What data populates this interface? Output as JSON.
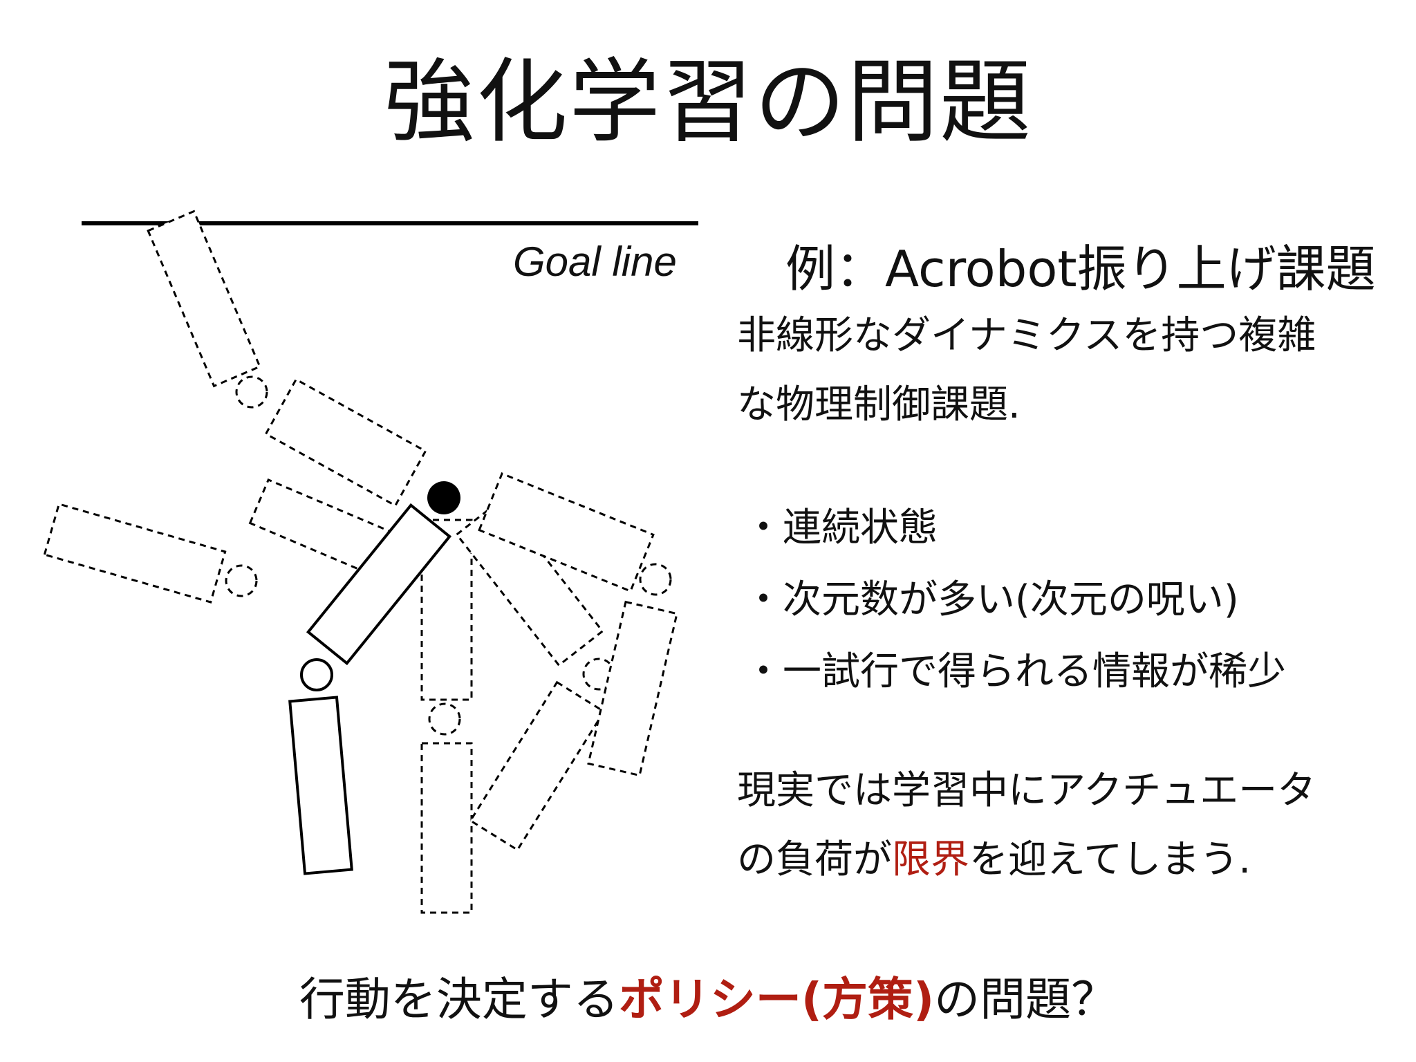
{
  "title": "強化学習の問題",
  "diagram": {
    "goal_label": "Goal line"
  },
  "example": "例：Acrobot振り上げ課題",
  "description": {
    "line1": "非線形なダイナミクスを持つ複雑",
    "line2": "な物理制御課題."
  },
  "bullets": [
    {
      "marker": "・",
      "text": "連続状態"
    },
    {
      "marker": "・",
      "text": "次元数が多い(次元の呪い)"
    },
    {
      "marker": "・",
      "text": "一試行で得られる情報が稀少"
    }
  ],
  "reality": {
    "line1": "現実では学習中にアクチュエータ",
    "line2_before": "の負荷が",
    "line2_highlight": "限界",
    "line2_after": "を迎えてしまう."
  },
  "conclusion": {
    "before": "行動を決定する",
    "highlight": "ポリシー(方策)",
    "after": "の問題？"
  },
  "colors": {
    "text": "#111111",
    "accent": "#b01e12",
    "background": "#ffffff"
  }
}
